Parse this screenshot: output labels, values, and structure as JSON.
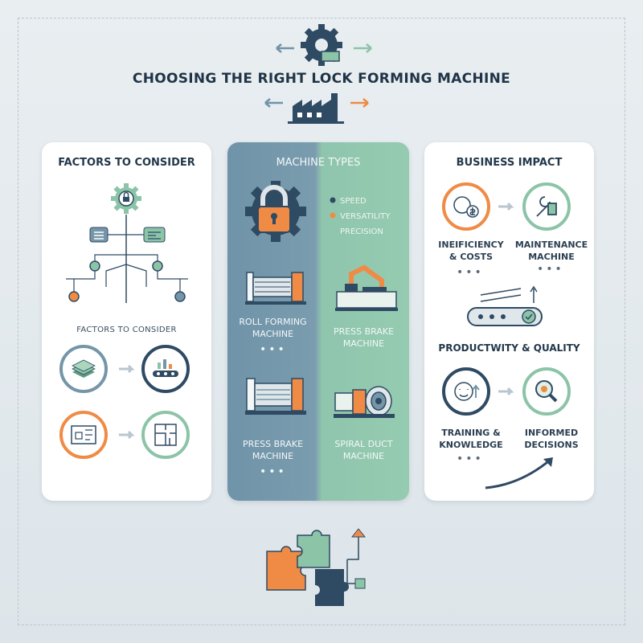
{
  "title": "CHOOSING THE RIGHT LOCK FORMING MACHINE",
  "left_card": {
    "title": "FACTORS TO CONSIDER",
    "subtitle": "FACTORS TO CONSIDER"
  },
  "middle_card": {
    "title": "MACHINE TYPES",
    "legend": [
      "SPEED",
      "VERSATILITY",
      "PRECISION"
    ],
    "machines": [
      {
        "label": "ROLL FORMING\nMACHINE"
      },
      {
        "label": "PRESS BRAKE\nMACHINE"
      },
      {
        "label": "PRESS BRAKE\nMACHINE"
      },
      {
        "label": "SPIRAL DUCT\nMACHINE"
      }
    ]
  },
  "right_card": {
    "title": "BUSINESS IMPACT",
    "items_top": [
      {
        "label": "INEIFICIENCY\n& COSTS"
      },
      {
        "label": "MAINTENANCE\nMACHINE"
      }
    ],
    "section2_title": "PRODUCTWITY & QUALITY",
    "items_bottom": [
      {
        "label": "TRAINING &\nKNOWLEDGE"
      },
      {
        "label": "INFORMED\nDECISIONS"
      }
    ]
  },
  "colors": {
    "navy": "#2f4a63",
    "orange": "#ef8b45",
    "teal": "#8cc4a8",
    "slate": "#7596a8"
  }
}
